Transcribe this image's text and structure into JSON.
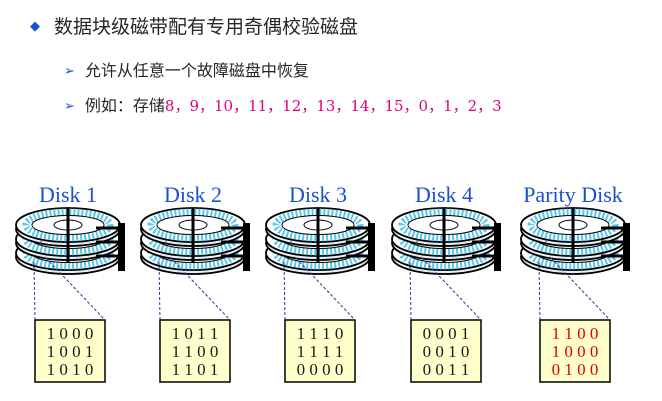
{
  "bullets": {
    "main": "数据块级磁带配有专用奇偶校验磁盘",
    "sub1": "允许从任意一个故障磁盘中恢复",
    "sub2_prefix": "例如：存储",
    "sub2_numbers": "8，9，10，11，12，13，14，15，0，1，2，3"
  },
  "colors": {
    "title": "#1d4fd1",
    "data_bits": "#1a1a1a",
    "parity_bits": "#e00000",
    "box_fill": "#ffffcc",
    "numbers": "#e0007a"
  },
  "disks": [
    {
      "title": "Disk 1",
      "rows": [
        "1 0 0 0",
        "1 0 0 1",
        "1 0 1 0"
      ],
      "parity": false
    },
    {
      "title": "Disk 2",
      "rows": [
        "1 0 1 1",
        "1 1 0 0",
        "1 1 0 1"
      ],
      "parity": false
    },
    {
      "title": "Disk 3",
      "rows": [
        "1 1 1 0",
        "1 1 1 1",
        "0 0 0 0"
      ],
      "parity": false
    },
    {
      "title": "Disk 4",
      "rows": [
        "0 0 0 1",
        "0 0 1 0",
        "0 0 1 1"
      ],
      "parity": false
    },
    {
      "title": "Parity Disk",
      "rows": [
        "1 1 0 0",
        "1 0 0 0",
        "0 1 0 0"
      ],
      "parity": true
    }
  ]
}
